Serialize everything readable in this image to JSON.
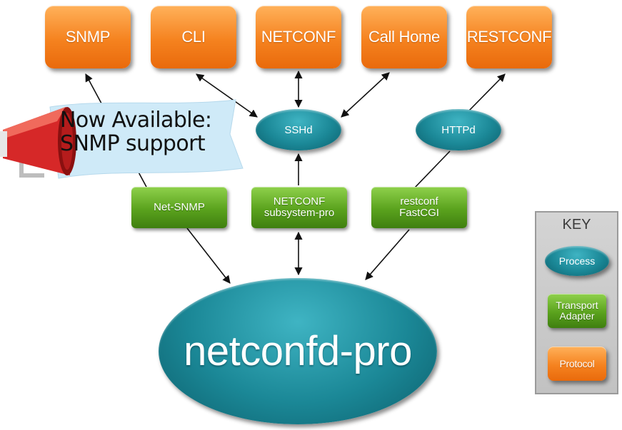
{
  "protocols": [
    {
      "id": "snmp",
      "label": "SNMP"
    },
    {
      "id": "cli",
      "label": "CLI"
    },
    {
      "id": "netconf",
      "label": "NETCONF"
    },
    {
      "id": "call-home",
      "label": "Call Home"
    },
    {
      "id": "restconf",
      "label": "RESTCONF"
    }
  ],
  "processes": {
    "sshd": "SSHd",
    "httpd": "HTTPd",
    "server": "netconfd-pro"
  },
  "transports": [
    {
      "id": "net-snmp",
      "line1": "Net-SNMP",
      "line2": ""
    },
    {
      "id": "netconf-subsystem",
      "line1": "NETCONF",
      "line2": "subsystem-pro"
    },
    {
      "id": "restconf-fastcgi",
      "line1": "restconf",
      "line2": "FastCGI"
    }
  ],
  "banner": {
    "line1": "Now Available:",
    "line2": "SNMP support"
  },
  "key": {
    "title": "KEY",
    "process": "Process",
    "transport_line1": "Transport",
    "transport_line2": "Adapter",
    "protocol": "Protocol"
  },
  "colors": {
    "protocol": "#f5821f",
    "transport": "#5aa21d",
    "process": "#1b8897",
    "banner": "#cde9f7",
    "megaphone": "#d62828",
    "key_panel": "#c8c8c8"
  }
}
